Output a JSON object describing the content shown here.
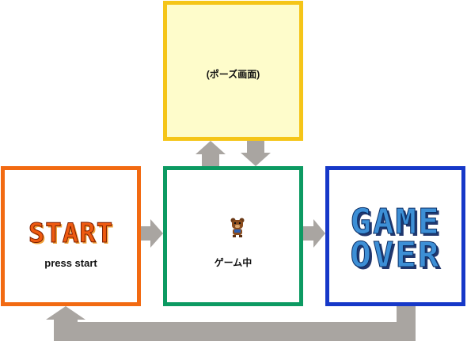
{
  "nodes": {
    "pause": {
      "label": "(ポーズ画面)"
    },
    "start": {
      "title": "START",
      "subtitle": "press start"
    },
    "game": {
      "label": "ゲーム中",
      "sprite": "bear-sprite"
    },
    "gameover": {
      "title_line1": "GAME",
      "title_line2": "OVER"
    }
  },
  "colors": {
    "pause_border": "#f5c518",
    "pause_fill": "#fefccb",
    "start_border": "#f26a12",
    "game_border": "#0c9a62",
    "gameover_border": "#1638c8",
    "arrow": "#a9a5a1"
  },
  "edges": [
    {
      "from": "start",
      "to": "game"
    },
    {
      "from": "game",
      "to": "pause"
    },
    {
      "from": "pause",
      "to": "game"
    },
    {
      "from": "game",
      "to": "gameover"
    },
    {
      "from": "gameover",
      "to": "start"
    }
  ]
}
